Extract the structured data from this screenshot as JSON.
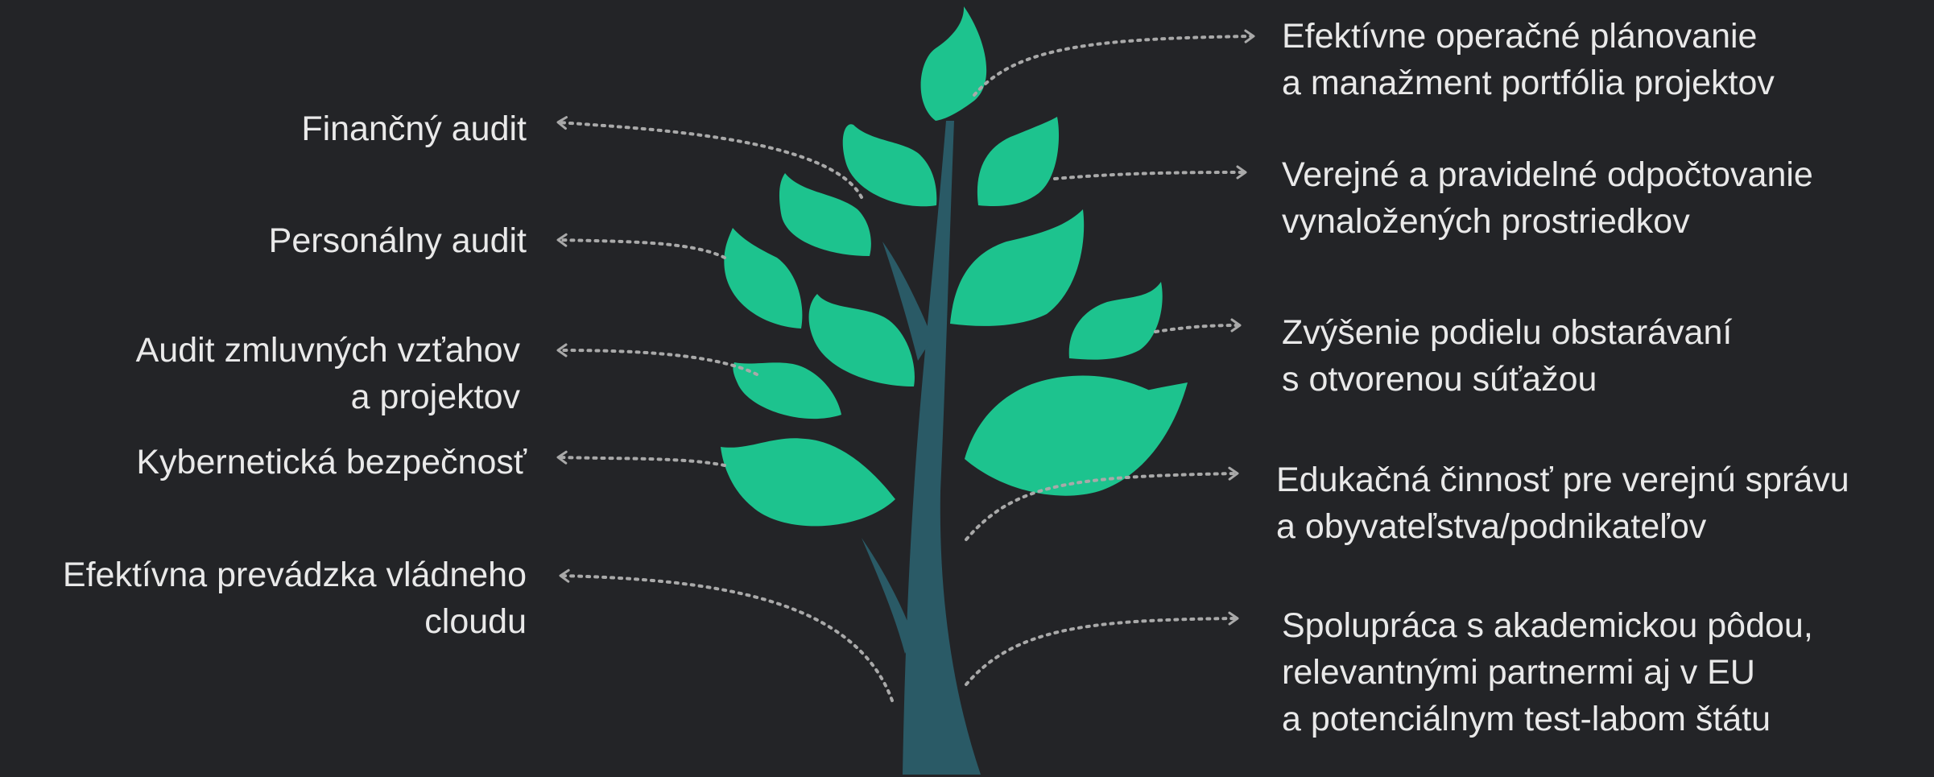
{
  "colors": {
    "background": "#232427",
    "trunk": "#2a5a66",
    "leaf": "#1dc38e",
    "text": "#e9e9e9",
    "connector": "#a9a9a9"
  },
  "left_items": [
    {
      "lines": [
        "Finančný audit"
      ]
    },
    {
      "lines": [
        "Personálny audit"
      ]
    },
    {
      "lines": [
        "Audit zmluvných vzťahov",
        "a projektov"
      ]
    },
    {
      "lines": [
        "Kybernetická bezpečnosť"
      ]
    },
    {
      "lines": [
        "Efektívna prevádzka vládneho",
        "cloudu"
      ]
    }
  ],
  "right_items": [
    {
      "lines": [
        "Efektívne operačné plánovanie",
        "a manažment portfólia projektov"
      ]
    },
    {
      "lines": [
        "Verejné a pravidelné odpočtovanie",
        "vynaložených prostriedkov"
      ]
    },
    {
      "lines": [
        "Zvýšenie podielu obstarávaní",
        "s otvorenou súťažou"
      ]
    },
    {
      "lines": [
        "Edukačná činnosť pre verejnú správu",
        "a obyvateľstva/podnikateľov"
      ]
    },
    {
      "lines": [
        "Spolupráca s akademickou pôdou,",
        "relevantnými partnermi aj v EU",
        "a potenciálnym test-labom štátu"
      ]
    }
  ]
}
